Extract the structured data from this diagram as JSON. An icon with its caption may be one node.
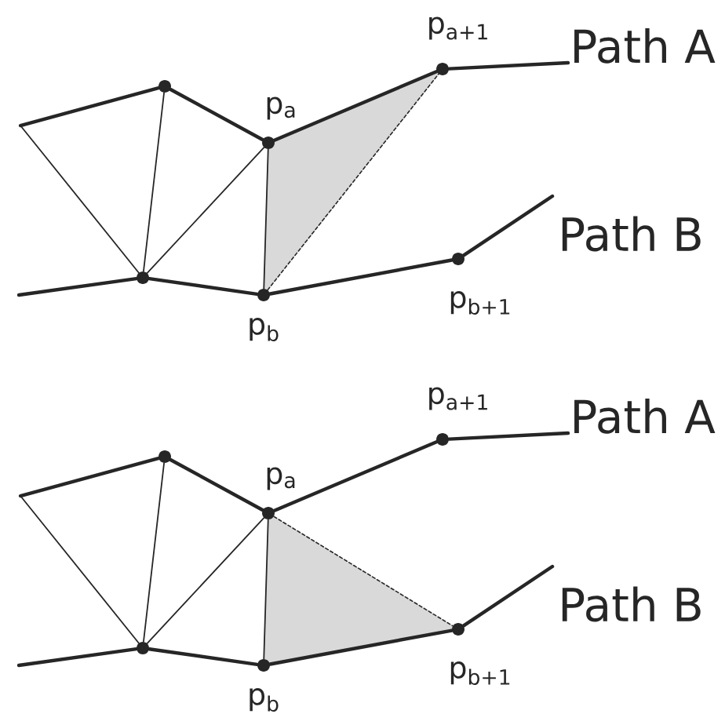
{
  "diagram": {
    "nodes": [
      {
        "text": [],
        "shape": "circle"
      },
      {
        "text": [],
        "shape": "circle",
        "beside": [
          "p$_{a}$"
        ]
      },
      {
        "text": [],
        "shape": "circle",
        "beside": [
          "p$_{a+1}$"
        ]
      },
      {
        "text": [],
        "shape": "circle"
      },
      {
        "text": [],
        "shape": "circle",
        "beside": [
          "p$_{b}$"
        ]
      },
      {
        "text": [],
        "shape": "circle",
        "beside": [
          "p$_{b+1}$"
        ]
      },
      {
        "text": [],
        "shape": "circle"
      },
      {
        "text": [],
        "shape": "circle",
        "beside": [
          "p$_{a}$"
        ]
      },
      {
        "text": [],
        "shape": "circle",
        "beside": [
          "p$_{a+1}$"
        ]
      },
      {
        "text": [],
        "shape": "circle"
      },
      {
        "text": [],
        "shape": "circle",
        "beside": [
          "p$_{b}$"
        ]
      },
      {
        "text": [],
        "shape": "circle",
        "beside": [
          "p$_{b+1}$"
        ]
      },
      {
        "text": [
          "Path A"
        ]
      },
      {
        "text": [
          "Path A"
        ]
      }
    ],
    "edges": [
      {
        "from": null,
        "to": 0,
        "arrow": "none"
      },
      {
        "from": 0,
        "to": 1,
        "arrow": "none"
      },
      {
        "from": 1,
        "to": 2,
        "arrow": "none"
      },
      {
        "from": 2,
        "to": 12,
        "arrow": "none"
      },
      {
        "from": null,
        "to": 3,
        "arrow": "none"
      },
      {
        "from": 3,
        "to": 4,
        "arrow": "none"
      },
      {
        "from": 4,
        "to": 5,
        "arrow": "none"
      },
      {
        "from": 5,
        "to": null,
        "arrow": "none"
      },
      {
        "from": null,
        "to": 3,
        "arrow": "none"
      },
      {
        "from": 0,
        "to": 3,
        "arrow": "none"
      },
      {
        "from": 1,
        "to": 3,
        "arrow": "none"
      },
      {
        "from": 1,
        "to": 4,
        "arrow": "none"
      },
      {
        "from": 4,
        "to": 2,
        "arrow": "none",
        "style": "dashed"
      },
      {
        "from": null,
        "to": 6,
        "arrow": "none"
      },
      {
        "from": 6,
        "to": 7,
        "arrow": "none"
      },
      {
        "from": 7,
        "to": 8,
        "arrow": "none"
      },
      {
        "from": 8,
        "to": 13,
        "arrow": "none"
      },
      {
        "from": null,
        "to": 9,
        "arrow": "none"
      },
      {
        "from": 9,
        "to": 10,
        "arrow": "none"
      },
      {
        "from": 10,
        "to": 11,
        "arrow": "none"
      },
      {
        "from": 11,
        "to": null,
        "arrow": "none"
      },
      {
        "from": null,
        "to": 9,
        "arrow": "none"
      },
      {
        "from": 6,
        "to": 9,
        "arrow": "none"
      },
      {
        "from": 7,
        "to": 9,
        "arrow": "none"
      },
      {
        "from": 7,
        "to": 10,
        "arrow": "none"
      },
      {
        "from": 7,
        "to": 11,
        "arrow": "none",
        "style": "dashed"
      }
    ],
    "labels": [
      "Path B",
      "Path B"
    ]
  }
}
